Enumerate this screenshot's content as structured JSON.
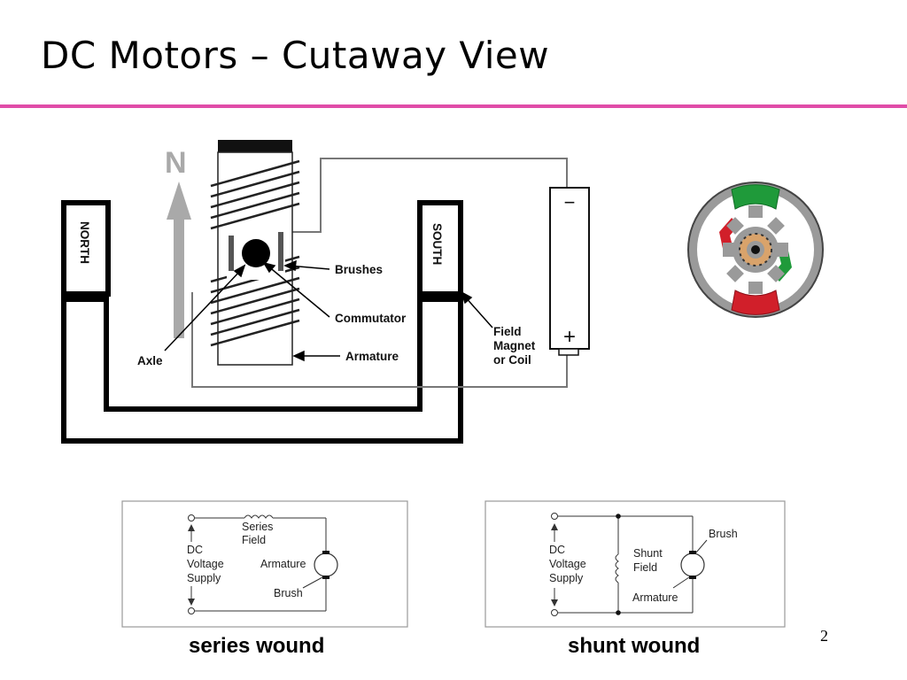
{
  "title": "DC Motors – Cutaway View",
  "diagram": {
    "north_arrow_label": "N",
    "north_pole_label": "NORTH",
    "south_pole_label": "SOUTH",
    "labels": {
      "brushes": "Brushes",
      "commutator": "Commutator",
      "armature": "Armature",
      "axle": "Axle",
      "field_magnet_line1": "Field",
      "field_magnet_line2": "Magnet",
      "field_magnet_line3": "or Coil"
    },
    "battery": {
      "minus": "−",
      "plus": "+"
    }
  },
  "series_schematic": {
    "field_line1": "Series",
    "field_line2": "Field",
    "supply_line1": "DC",
    "supply_line2": "Voltage",
    "supply_line3": "Supply",
    "armature": "Armature",
    "brush": "Brush",
    "caption": "series wound"
  },
  "shunt_schematic": {
    "supply_line1": "DC",
    "supply_line2": "Voltage",
    "supply_line3": "Supply",
    "field_line1": "Shunt",
    "field_line2": "Field",
    "brush": "Brush",
    "armature": "Armature",
    "caption": "shunt wound"
  },
  "page_number": "2",
  "colors": {
    "accent_rule": "#e04ca8",
    "green": "#1f9a3a",
    "red": "#d11f2a",
    "gray": "#9a9a9a"
  }
}
